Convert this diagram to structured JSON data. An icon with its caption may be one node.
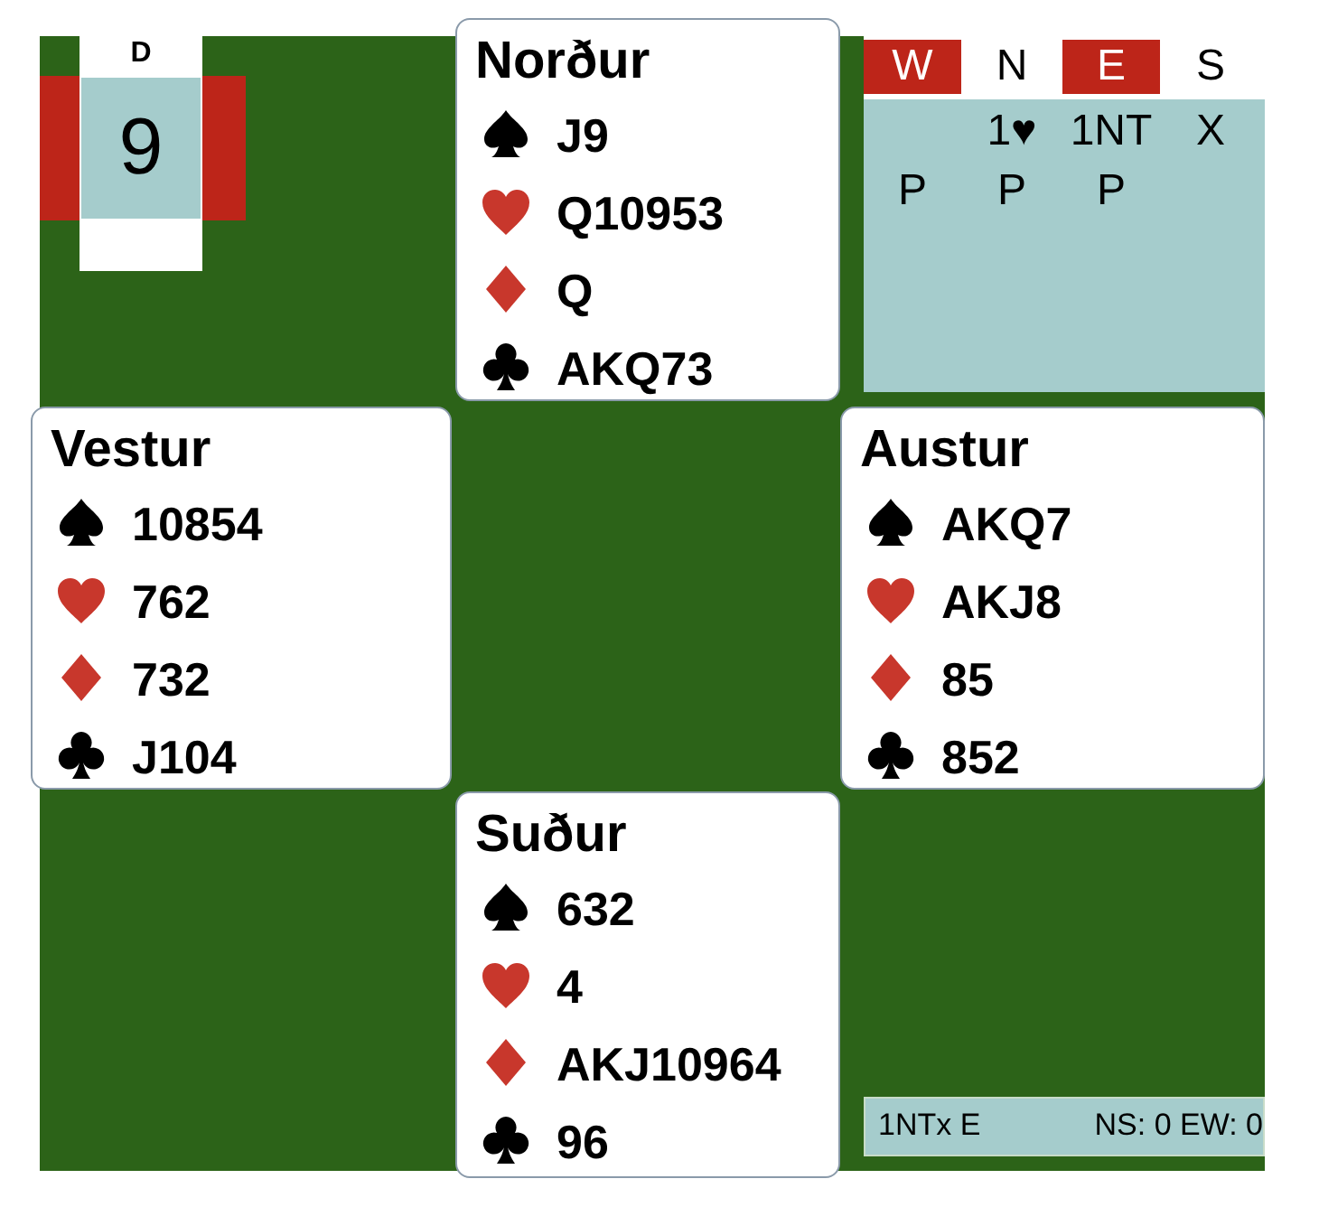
{
  "diagram": {
    "nodes": [
      {
        "text": [
          "9"
        ],
        "beside": [
          "D"
        ]
      },
      {
        "text": [
          "Norður",
          "J9",
          "Q10953",
          "Q",
          "AKQ73"
        ]
      },
      {
        "text": [
          "Vestur",
          "10854",
          "762",
          "732",
          "J104"
        ]
      },
      {
        "text": [
          "Austur",
          "AKQ7",
          "AKJ8",
          "85",
          "852"
        ]
      },
      {
        "text": [
          "Suður",
          "632",
          "4",
          "AKJ10964",
          "96"
        ]
      }
    ],
    "labels": [
      "W",
      "N",
      "E",
      "S",
      "1♥",
      "1NT",
      "X",
      "P",
      "P",
      "P",
      "1NTx E",
      "NS: 0 EW: 0"
    ]
  }
}
